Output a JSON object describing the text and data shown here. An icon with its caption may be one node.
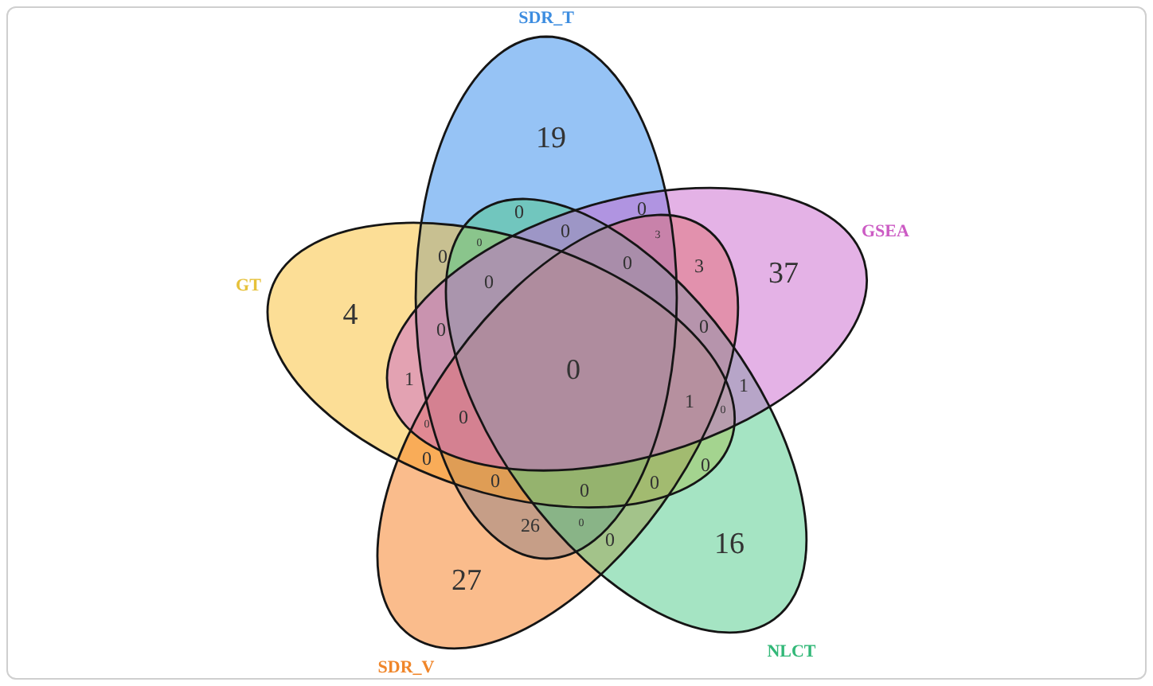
{
  "diagram": {
    "nodes": [
      {
        "text": [
          "SDR_T",
          "19"
        ]
      },
      {
        "text": [
          "GSEA",
          "37"
        ]
      },
      {
        "text": [
          "GT",
          "4"
        ]
      },
      {
        "text": [
          "NLCT",
          "16"
        ]
      },
      {
        "text": [
          "SDR_V",
          "27"
        ]
      }
    ],
    "labels": [
      "0",
      "0",
      "0",
      "3",
      "0",
      "0",
      "0",
      "3",
      "0",
      "0",
      "0",
      "0",
      "1",
      "1",
      "1",
      "0",
      "0",
      "0",
      "0",
      "0",
      "0",
      "0",
      "0",
      "26",
      "0",
      "0"
    ]
  }
}
